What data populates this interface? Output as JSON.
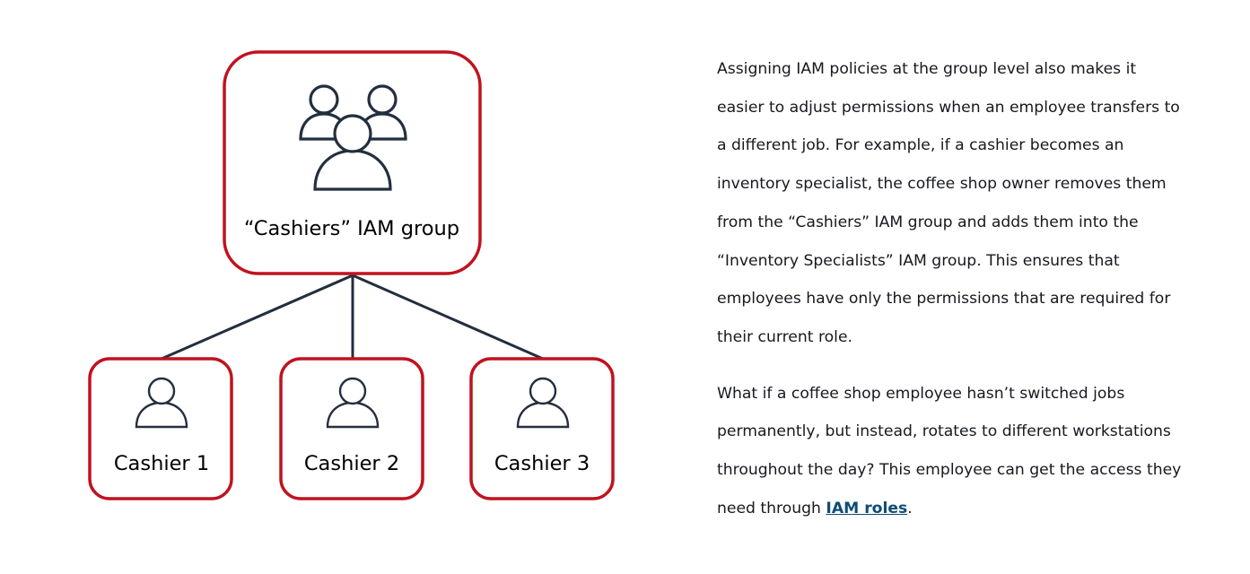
{
  "diagram": {
    "group": {
      "label": "“Cashiers” IAM group",
      "icon": "users-group-icon"
    },
    "members": [
      {
        "label": "Cashier 1",
        "icon": "user-icon"
      },
      {
        "label": "Cashier 2",
        "icon": "user-icon"
      },
      {
        "label": "Cashier 3",
        "icon": "user-icon"
      }
    ],
    "colors": {
      "box_border": "#c1121f",
      "icon_and_connector": "#232f3e",
      "link": "#0f4c75"
    }
  },
  "text": {
    "para1": "Assigning IAM policies at the group level also makes it easier to adjust permissions when an employee transfers to a different job. For example, if a cashier becomes an inventory specialist, the coffee shop owner removes them from the “Cashiers” IAM group and adds them into the “Inventory Specialists” IAM group. This ensures that employees have only the permissions that are required for their current role.",
    "para2_before_link": "What if a coffee shop employee hasn’t switched jobs permanently, but instead, rotates to different workstations throughout the day? This employee can get the access they need through ",
    "link_label": "IAM roles",
    "para2_after_link": "."
  }
}
